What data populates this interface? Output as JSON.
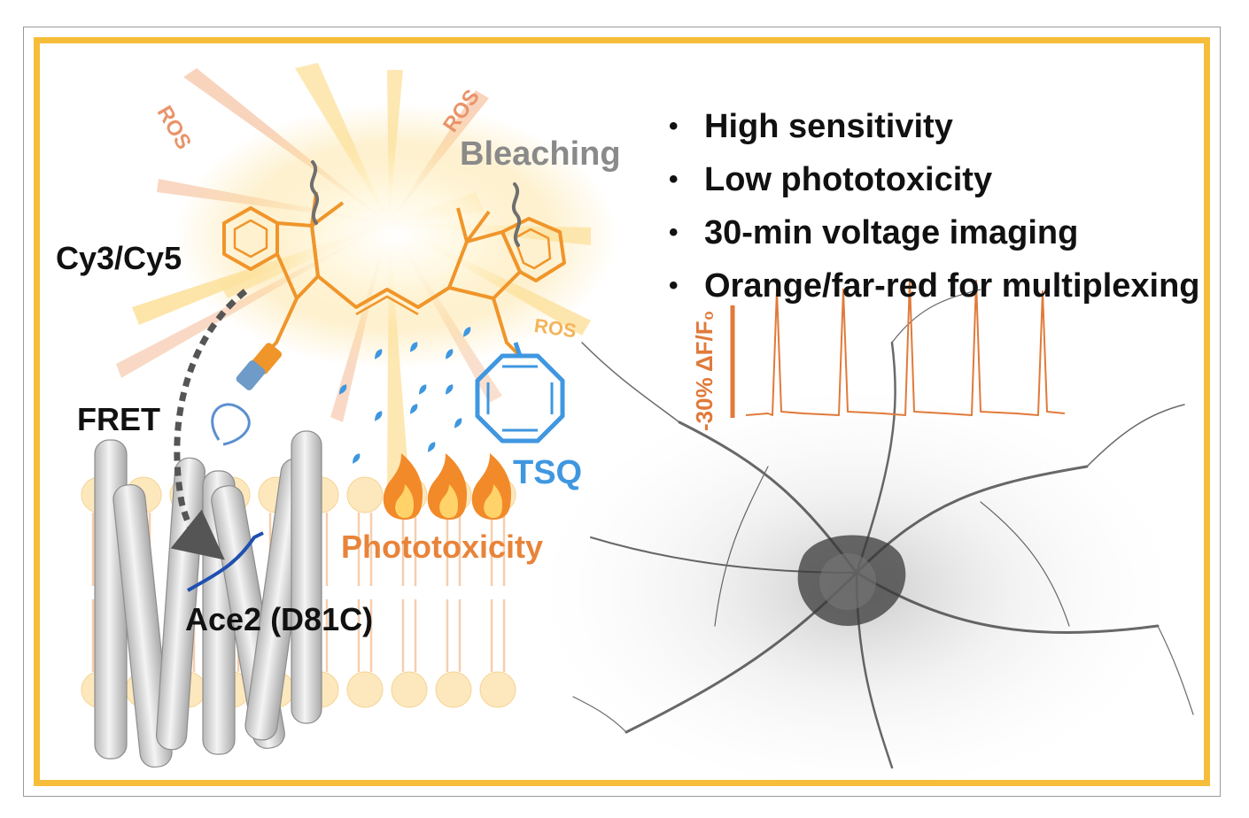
{
  "bullets": [
    "High sensitivity",
    "Low phototoxicity",
    "30-min voltage imaging",
    "Orange/far-red for multiplexing"
  ],
  "labels": {
    "cy": "Cy3/Cy5",
    "fret": "FRET",
    "ace2": "Ace2 (D81C)",
    "tsq": "TSQ",
    "phototoxicity": "Phototoxicity",
    "bleaching": "Bleaching",
    "ros": "ROS",
    "scale": "-30% ΔF/F₀"
  },
  "colors": {
    "frame": "#f5bd3a",
    "dye": "#f0952a",
    "tsq": "#3f97e0",
    "trace": "#e07a3a",
    "bleaching": "#8a8a8a",
    "ros": "#e9946a",
    "membrane": "#fde6b8"
  },
  "icons": [
    "fire-icon",
    "water-drop-icon",
    "bullet-dot-icon"
  ],
  "bullet_glyph": "•"
}
